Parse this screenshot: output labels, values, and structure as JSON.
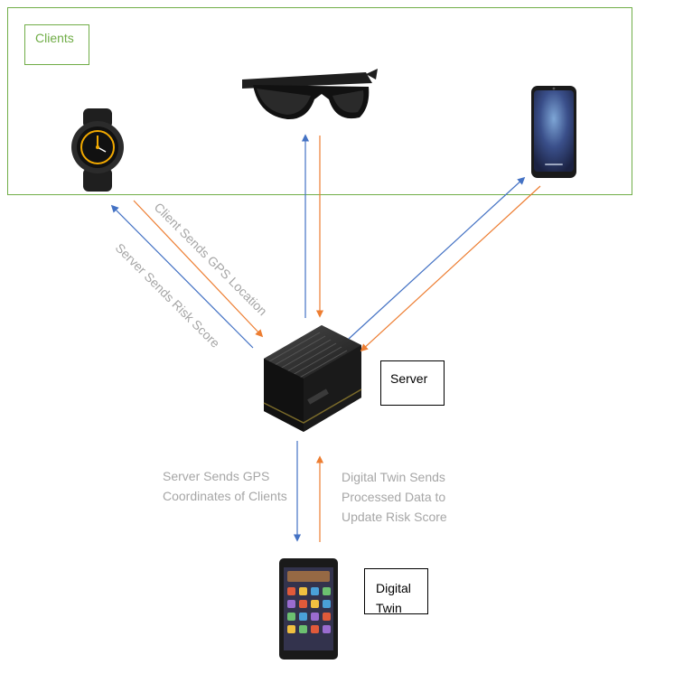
{
  "clients": {
    "label": "Clients"
  },
  "server": {
    "label": "Server"
  },
  "digital_twin": {
    "label_line1": "Digital",
    "label_line2": "Twin"
  },
  "edges": {
    "client_sends_gps": "Client Sends GPS Location",
    "server_sends_risk": "Server Sends Risk Score",
    "server_sends_coords_line1": "Server Sends GPS",
    "server_sends_coords_line2": "Coordinates of Clients",
    "twin_sends_line1": "Digital Twin Sends",
    "twin_sends_line2": "Processed Data to",
    "twin_sends_line3": "Update Risk Score"
  },
  "colors": {
    "upstream_arrow": "#ed7d31",
    "downstream_arrow": "#4472c4",
    "clients_frame": "#70ad47",
    "edge_label": "#a6a6a6"
  },
  "icons": [
    "smartwatch-icon",
    "smart-glasses-icon",
    "smartphone-icon",
    "server-box-icon",
    "tablet-icon"
  ]
}
